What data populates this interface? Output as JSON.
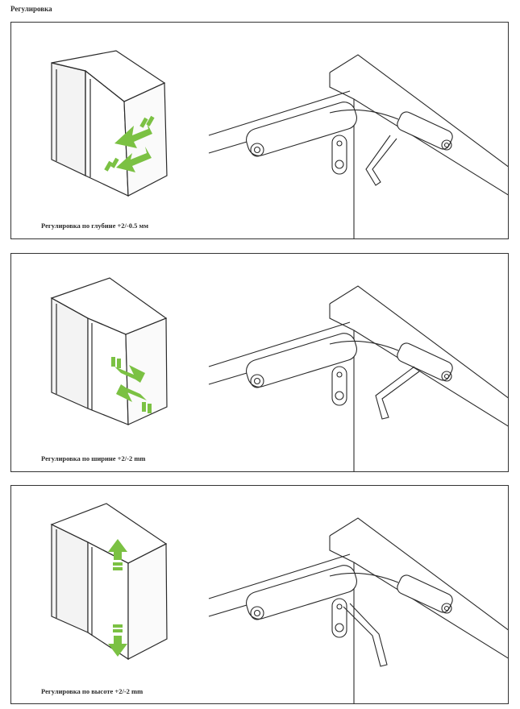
{
  "document": {
    "heading": "Регулировка",
    "panels": [
      {
        "id": "depth",
        "caption": "Регулировка по глубине +2/-0.5 мм",
        "arrow_direction": "diagonal-depth",
        "arrow_color": "#7bc143"
      },
      {
        "id": "width",
        "caption": "Регулировка по ширине +2/-2 mm",
        "arrow_direction": "horizontal-width",
        "arrow_color": "#7bc143"
      },
      {
        "id": "height",
        "caption": "Регулировка по высоте +2/-2 mm",
        "arrow_direction": "vertical-height",
        "arrow_color": "#7bc143"
      }
    ]
  }
}
